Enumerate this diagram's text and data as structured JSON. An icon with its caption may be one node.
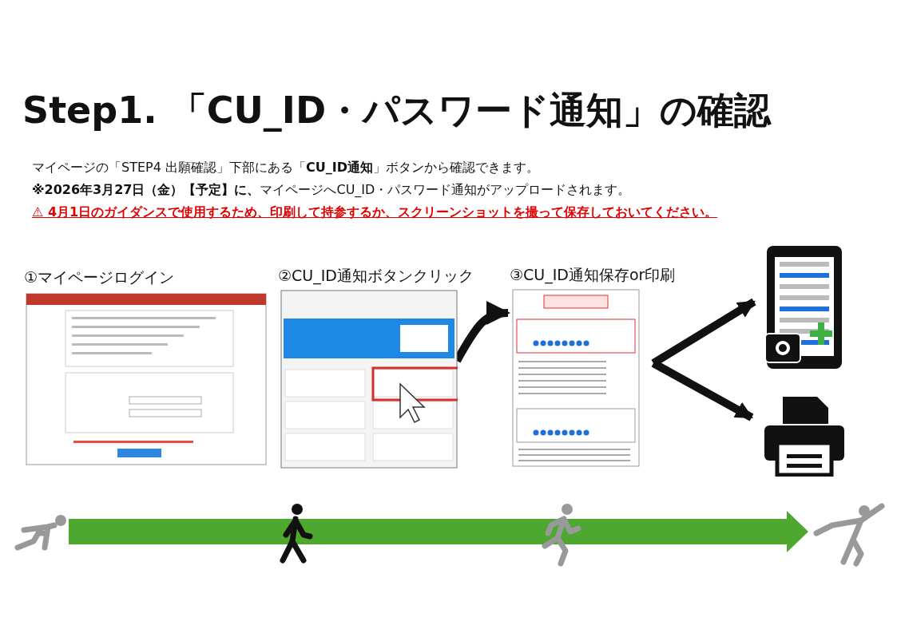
{
  "diagram": {
    "title": "Step1. 「CU_ID・パスワード通知」の確認",
    "nodes": [
      {
        "text": [
          "①マイページログイン"
        ]
      },
      {
        "text": [
          "②CU_ID通知ボタンクリック"
        ]
      },
      {
        "text": [
          "③CU_ID通知保存or印刷"
        ]
      },
      {
        "text": [],
        "shape": "picture"
      },
      {
        "text": [],
        "shape": "picture"
      }
    ],
    "edges": [
      {
        "from": 1,
        "to": 2,
        "arrow": "to"
      },
      {
        "from": 2,
        "to": 3,
        "arrow": "to"
      },
      {
        "from": 2,
        "to": 4,
        "arrow": "to"
      }
    ],
    "labels": [
      "マイページの「STEP4 出願確認」下部にある「**CU_ID通知**」ボタンから確認できます。",
      "**※2026年3月27日（金）【予定】に、**マイページへCU_ID・パスワード通知がアップロードされます。",
      "⚠ 4月1日のガイダンスで使用するため、印刷して持参するか、スクリーンショットを撮って保存しておいてください。"
    ]
  }
}
